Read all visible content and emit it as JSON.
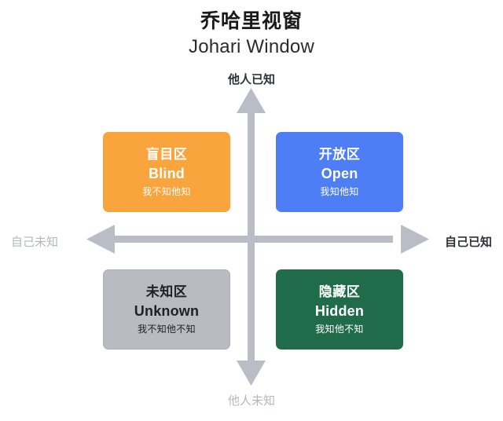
{
  "title": {
    "cn": "乔哈里视窗",
    "en": "Johari Window"
  },
  "axes": {
    "top_label": "他人已知",
    "bottom_label": "他人未知",
    "left_label": "自己未知",
    "right_label": "自己已知",
    "axis_color": "#b9bec6"
  },
  "quadrants": [
    {
      "key": "blind",
      "cn": "盲目区",
      "en": "Blind",
      "sub": "我不知他知",
      "color": "#f9a43c",
      "text_color": "#ffffff"
    },
    {
      "key": "open",
      "cn": "开放区",
      "en": "Open",
      "sub": "我知他知",
      "color": "#4e7ef5",
      "text_color": "#ffffff"
    },
    {
      "key": "unknown",
      "cn": "未知区",
      "en": "Unknown",
      "sub": "我不知他不知",
      "color": "#b8bcc2",
      "text_color": "#1d2126"
    },
    {
      "key": "hidden",
      "cn": "隐藏区",
      "en": "Hidden",
      "sub": "我知他不知",
      "color": "#1f6b4a",
      "text_color": "#ffffff"
    }
  ]
}
